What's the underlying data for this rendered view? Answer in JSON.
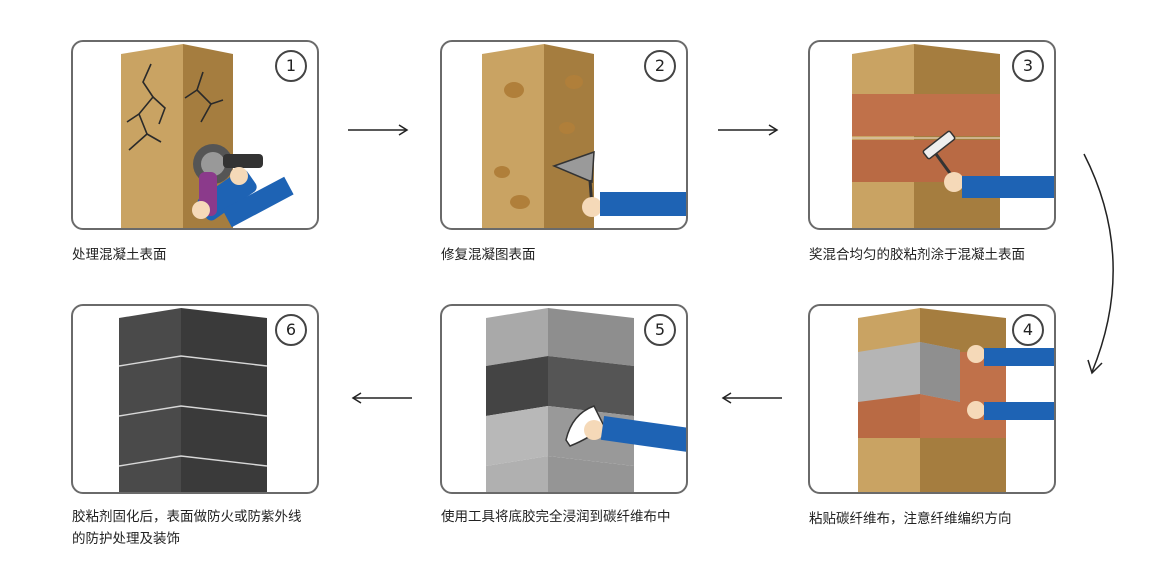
{
  "steps": [
    {
      "number": "1",
      "caption": "处理混凝土表面"
    },
    {
      "number": "2",
      "caption": "修复混凝图表面"
    },
    {
      "number": "3",
      "caption": "奖混合均匀的胶粘剂涂于混凝土表面"
    },
    {
      "number": "4",
      "caption": "粘贴碳纤维布，注意纤维编织方向"
    },
    {
      "number": "5",
      "caption": "使用工具将底胶完全浸润到碳纤维布中"
    },
    {
      "number": "6",
      "caption": "胶粘剂固化后，表面做防火或防紫外线的防护处理及装饰"
    }
  ],
  "colors": {
    "concrete_light": "#c9a363",
    "concrete_dark": "#a57d3f",
    "glue": "#c0714a",
    "carbon_dark": "#444444",
    "carbon_light": "#a9a9a9",
    "sleeve": "#1e63b4",
    "skin": "#f5d9b8"
  }
}
